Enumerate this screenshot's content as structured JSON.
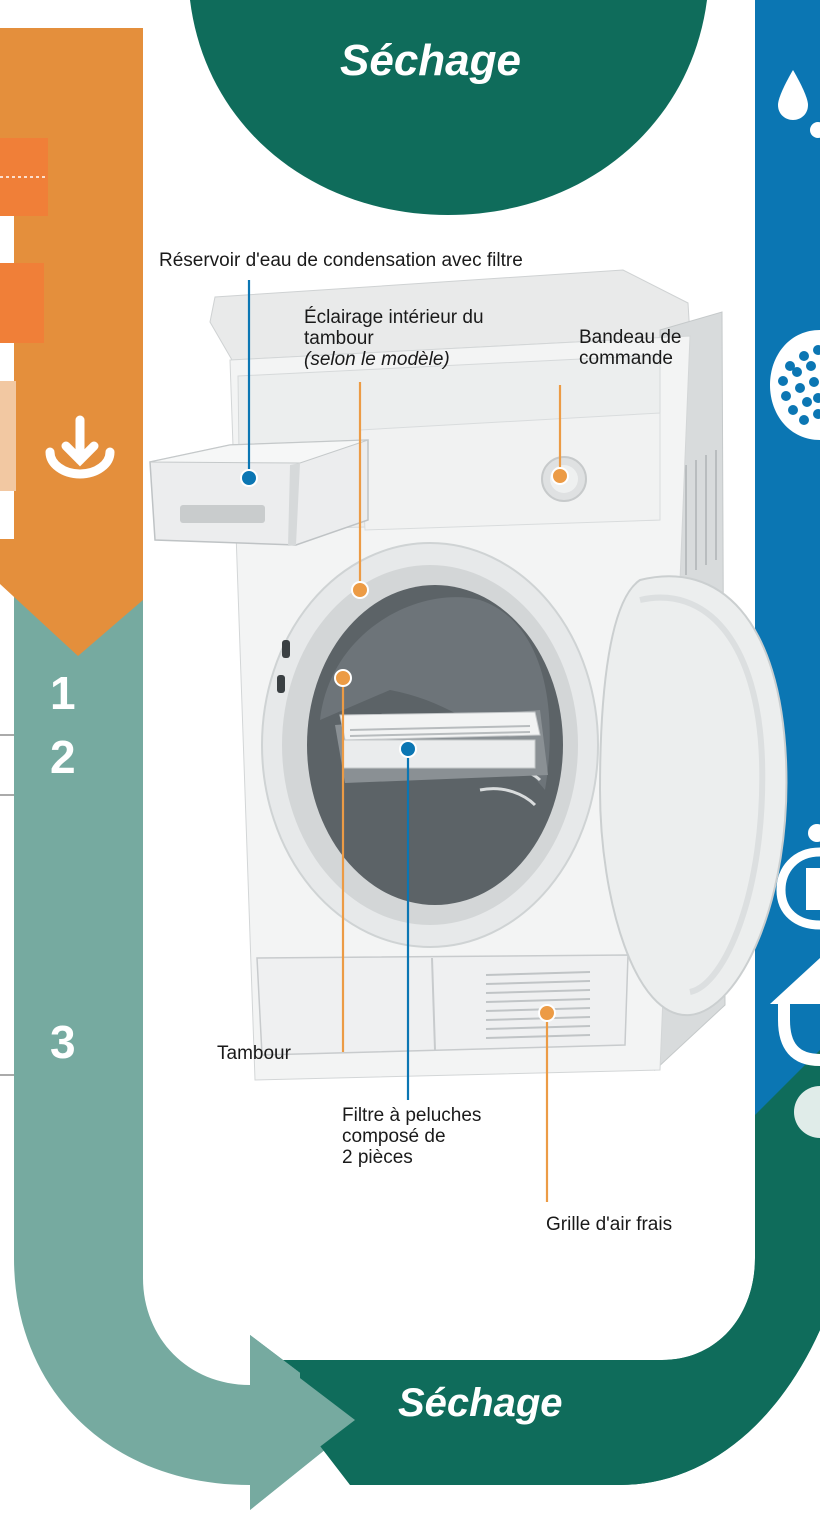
{
  "colors": {
    "orange": "#e48f3c",
    "orange_light": "#f07f38",
    "teal_light": "#76aaa0",
    "teal_dark": "#0f6c5b",
    "blue": "#0b76b3",
    "marker_orange": "#ec9b45",
    "marker_blue": "#0b76b3"
  },
  "top_banner": {
    "title": "Séchage"
  },
  "bottom_banner": {
    "title": "Séchage"
  },
  "steps": [
    "1",
    "2",
    "3"
  ],
  "labels": {
    "water_tank": "Réservoir d'eau de condensation avec filtre",
    "drum_light_line1": "Éclairage intérieur du",
    "drum_light_line2": "tambour",
    "drum_light_note": "(selon le modèle)",
    "control_panel_line1": "Bandeau de",
    "control_panel_line2": "commande",
    "drum": "Tambour",
    "lint_filter_line1": "Filtre à peluches",
    "lint_filter_line2": "composé de",
    "lint_filter_line3": "2 pièces",
    "air_grille": "Grille d'air frais"
  },
  "icons": [
    "download-arrow-icon",
    "water-drop-icon",
    "filter-dots-icon",
    "info-icon",
    "recycle-arrow-icon"
  ]
}
